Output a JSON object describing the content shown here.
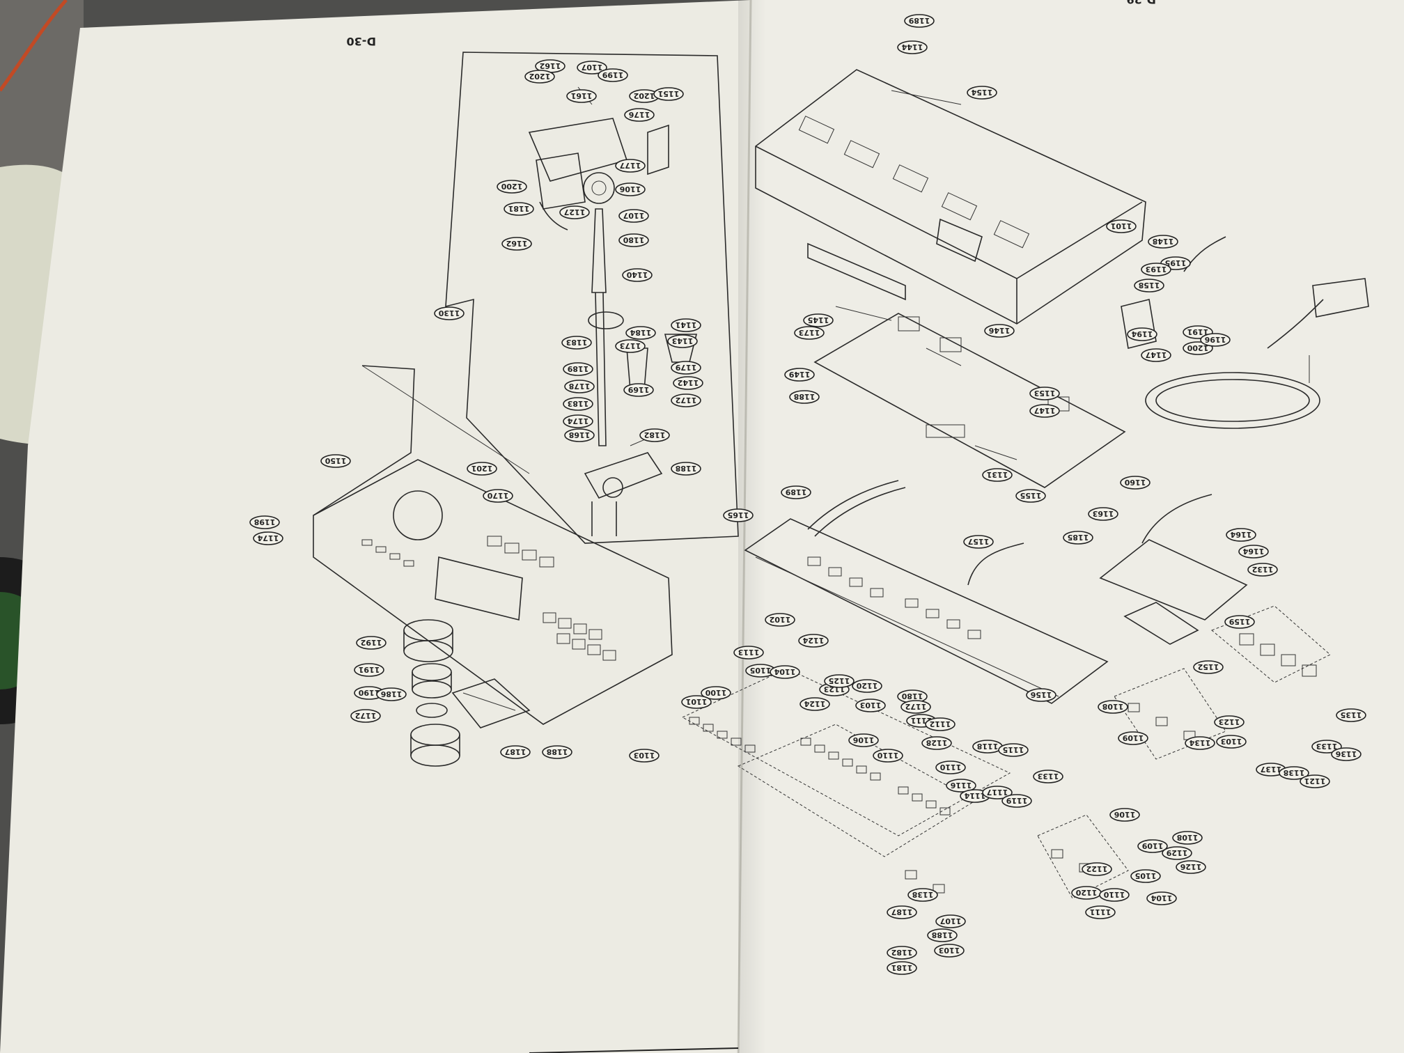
{
  "document": {
    "page_label_left": "D-30",
    "page_label_right": "D-29"
  },
  "callouts": [
    {
      "id": "c1",
      "text": "1162"
    },
    {
      "id": "c2",
      "text": "1202"
    },
    {
      "id": "c3",
      "text": "1107"
    },
    {
      "id": "c4",
      "text": "1199"
    },
    {
      "id": "c5",
      "text": "1161"
    },
    {
      "id": "c6",
      "text": "1176"
    },
    {
      "id": "c7",
      "text": "1202"
    },
    {
      "id": "c8",
      "text": "1151"
    },
    {
      "id": "c9",
      "text": "1200"
    },
    {
      "id": "c10",
      "text": "1181"
    },
    {
      "id": "c11",
      "text": "1127"
    },
    {
      "id": "c12",
      "text": "1106"
    },
    {
      "id": "c13",
      "text": "1177"
    },
    {
      "id": "c14",
      "text": "1162"
    },
    {
      "id": "c15",
      "text": "1107"
    },
    {
      "id": "c16",
      "text": "1180"
    },
    {
      "id": "c17",
      "text": "1140"
    },
    {
      "id": "c18",
      "text": "1130"
    },
    {
      "id": "c19",
      "text": "1184"
    },
    {
      "id": "c20",
      "text": "1183"
    },
    {
      "id": "c21",
      "text": "1173"
    },
    {
      "id": "c22",
      "text": "1143"
    },
    {
      "id": "c23",
      "text": "1141"
    },
    {
      "id": "c24",
      "text": "1189"
    },
    {
      "id": "c25",
      "text": "1179"
    },
    {
      "id": "c26",
      "text": "1169"
    },
    {
      "id": "c27",
      "text": "1142"
    },
    {
      "id": "c28",
      "text": "1178"
    },
    {
      "id": "c29",
      "text": "1172"
    },
    {
      "id": "c30",
      "text": "1183"
    },
    {
      "id": "c31",
      "text": "1174"
    },
    {
      "id": "c32",
      "text": "1168"
    },
    {
      "id": "c33",
      "text": "1182"
    },
    {
      "id": "c34",
      "text": "1188"
    },
    {
      "id": "c35",
      "text": "1170"
    },
    {
      "id": "c36",
      "text": "1201"
    },
    {
      "id": "c37",
      "text": "1150"
    },
    {
      "id": "c38",
      "text": "1198"
    },
    {
      "id": "c39",
      "text": "1174"
    },
    {
      "id": "c40",
      "text": "1192"
    },
    {
      "id": "c41",
      "text": "1191"
    },
    {
      "id": "c42",
      "text": "1190"
    },
    {
      "id": "c43",
      "text": "1186"
    },
    {
      "id": "c44",
      "text": "1172"
    },
    {
      "id": "c45",
      "text": "1187"
    },
    {
      "id": "c46",
      "text": "1188"
    },
    {
      "id": "c47",
      "text": "1189"
    },
    {
      "id": "c48",
      "text": "1144"
    },
    {
      "id": "c49",
      "text": "1154"
    },
    {
      "id": "c50",
      "text": "1101"
    },
    {
      "id": "c51",
      "text": "1148"
    },
    {
      "id": "c52",
      "text": "1195"
    },
    {
      "id": "c53",
      "text": "1193"
    },
    {
      "id": "c54",
      "text": "1158"
    },
    {
      "id": "c55",
      "text": "1194"
    },
    {
      "id": "c56",
      "text": "1191"
    },
    {
      "id": "c57",
      "text": "1200"
    },
    {
      "id": "c58",
      "text": "1196"
    },
    {
      "id": "c59",
      "text": "1147"
    },
    {
      "id": "c60",
      "text": "1173"
    },
    {
      "id": "c61",
      "text": "1146"
    },
    {
      "id": "c62",
      "text": "1145"
    },
    {
      "id": "c63",
      "text": "1153"
    },
    {
      "id": "c64",
      "text": "1147"
    },
    {
      "id": "c65",
      "text": "1188"
    },
    {
      "id": "c66",
      "text": "1149"
    },
    {
      "id": "c67",
      "text": "1131"
    },
    {
      "id": "c68",
      "text": "1155"
    },
    {
      "id": "c69",
      "text": "1189"
    },
    {
      "id": "c70",
      "text": "1160"
    },
    {
      "id": "c71",
      "text": "1163"
    },
    {
      "id": "c72",
      "text": "1185"
    },
    {
      "id": "c73",
      "text": "1164"
    },
    {
      "id": "c74",
      "text": "1164"
    },
    {
      "id": "c75",
      "text": "1132"
    },
    {
      "id": "c76",
      "text": "1159"
    },
    {
      "id": "c77",
      "text": "1152"
    },
    {
      "id": "c78",
      "text": "1156"
    },
    {
      "id": "c79",
      "text": "1157"
    },
    {
      "id": "c80",
      "text": "1165"
    },
    {
      "id": "c81",
      "text": "1102"
    },
    {
      "id": "c82",
      "text": "1105"
    },
    {
      "id": "c83",
      "text": "1104"
    },
    {
      "id": "c84",
      "text": "1124"
    },
    {
      "id": "c85",
      "text": "1123"
    },
    {
      "id": "c86",
      "text": "1124"
    },
    {
      "id": "c87",
      "text": "1125"
    },
    {
      "id": "c88",
      "text": "1103"
    },
    {
      "id": "c89",
      "text": "1106"
    },
    {
      "id": "c90",
      "text": "1110"
    },
    {
      "id": "c91",
      "text": "1111"
    },
    {
      "id": "c92",
      "text": "1100"
    },
    {
      "id": "c93",
      "text": "1103"
    },
    {
      "id": "c94",
      "text": "1101"
    },
    {
      "id": "c95",
      "text": "1113"
    },
    {
      "id": "c96",
      "text": "1112"
    },
    {
      "id": "c97",
      "text": "1128"
    },
    {
      "id": "c98",
      "text": "1118"
    },
    {
      "id": "c99",
      "text": "1115"
    },
    {
      "id": "c100",
      "text": "1110"
    },
    {
      "id": "c101",
      "text": "1116"
    },
    {
      "id": "c102",
      "text": "1114"
    },
    {
      "id": "c103",
      "text": "1117"
    },
    {
      "id": "c104",
      "text": "1119"
    },
    {
      "id": "c105",
      "text": "1133"
    },
    {
      "id": "c106",
      "text": "1123"
    },
    {
      "id": "c107",
      "text": "1103"
    },
    {
      "id": "c108",
      "text": "1108"
    },
    {
      "id": "c109",
      "text": "1109"
    },
    {
      "id": "c110",
      "text": "1134"
    },
    {
      "id": "c111",
      "text": "1135"
    },
    {
      "id": "c112",
      "text": "1133"
    },
    {
      "id": "c113",
      "text": "1136"
    },
    {
      "id": "c114",
      "text": "1137"
    },
    {
      "id": "c115",
      "text": "1138"
    },
    {
      "id": "c116",
      "text": "1121"
    },
    {
      "id": "c117",
      "text": "1122"
    },
    {
      "id": "c118",
      "text": "1120"
    },
    {
      "id": "c119",
      "text": "1111"
    },
    {
      "id": "c120",
      "text": "1110"
    },
    {
      "id": "c121",
      "text": "1109"
    },
    {
      "id": "c122",
      "text": "1108"
    },
    {
      "id": "c123",
      "text": "1129"
    },
    {
      "id": "c124",
      "text": "1126"
    },
    {
      "id": "c125",
      "text": "1105"
    },
    {
      "id": "c126",
      "text": "1104"
    },
    {
      "id": "c127",
      "text": "1106"
    },
    {
      "id": "c128",
      "text": "1107"
    },
    {
      "id": "c129",
      "text": "1103"
    },
    {
      "id": "c130",
      "text": "1182"
    },
    {
      "id": "c131",
      "text": "1181"
    },
    {
      "id": "c132",
      "text": "1180"
    },
    {
      "id": "c133",
      "text": "1120"
    },
    {
      "id": "c134",
      "text": "1172"
    },
    {
      "id": "c135",
      "text": "1187"
    },
    {
      "id": "c136",
      "text": "1188"
    },
    {
      "id": "c137",
      "text": "1138"
    }
  ]
}
